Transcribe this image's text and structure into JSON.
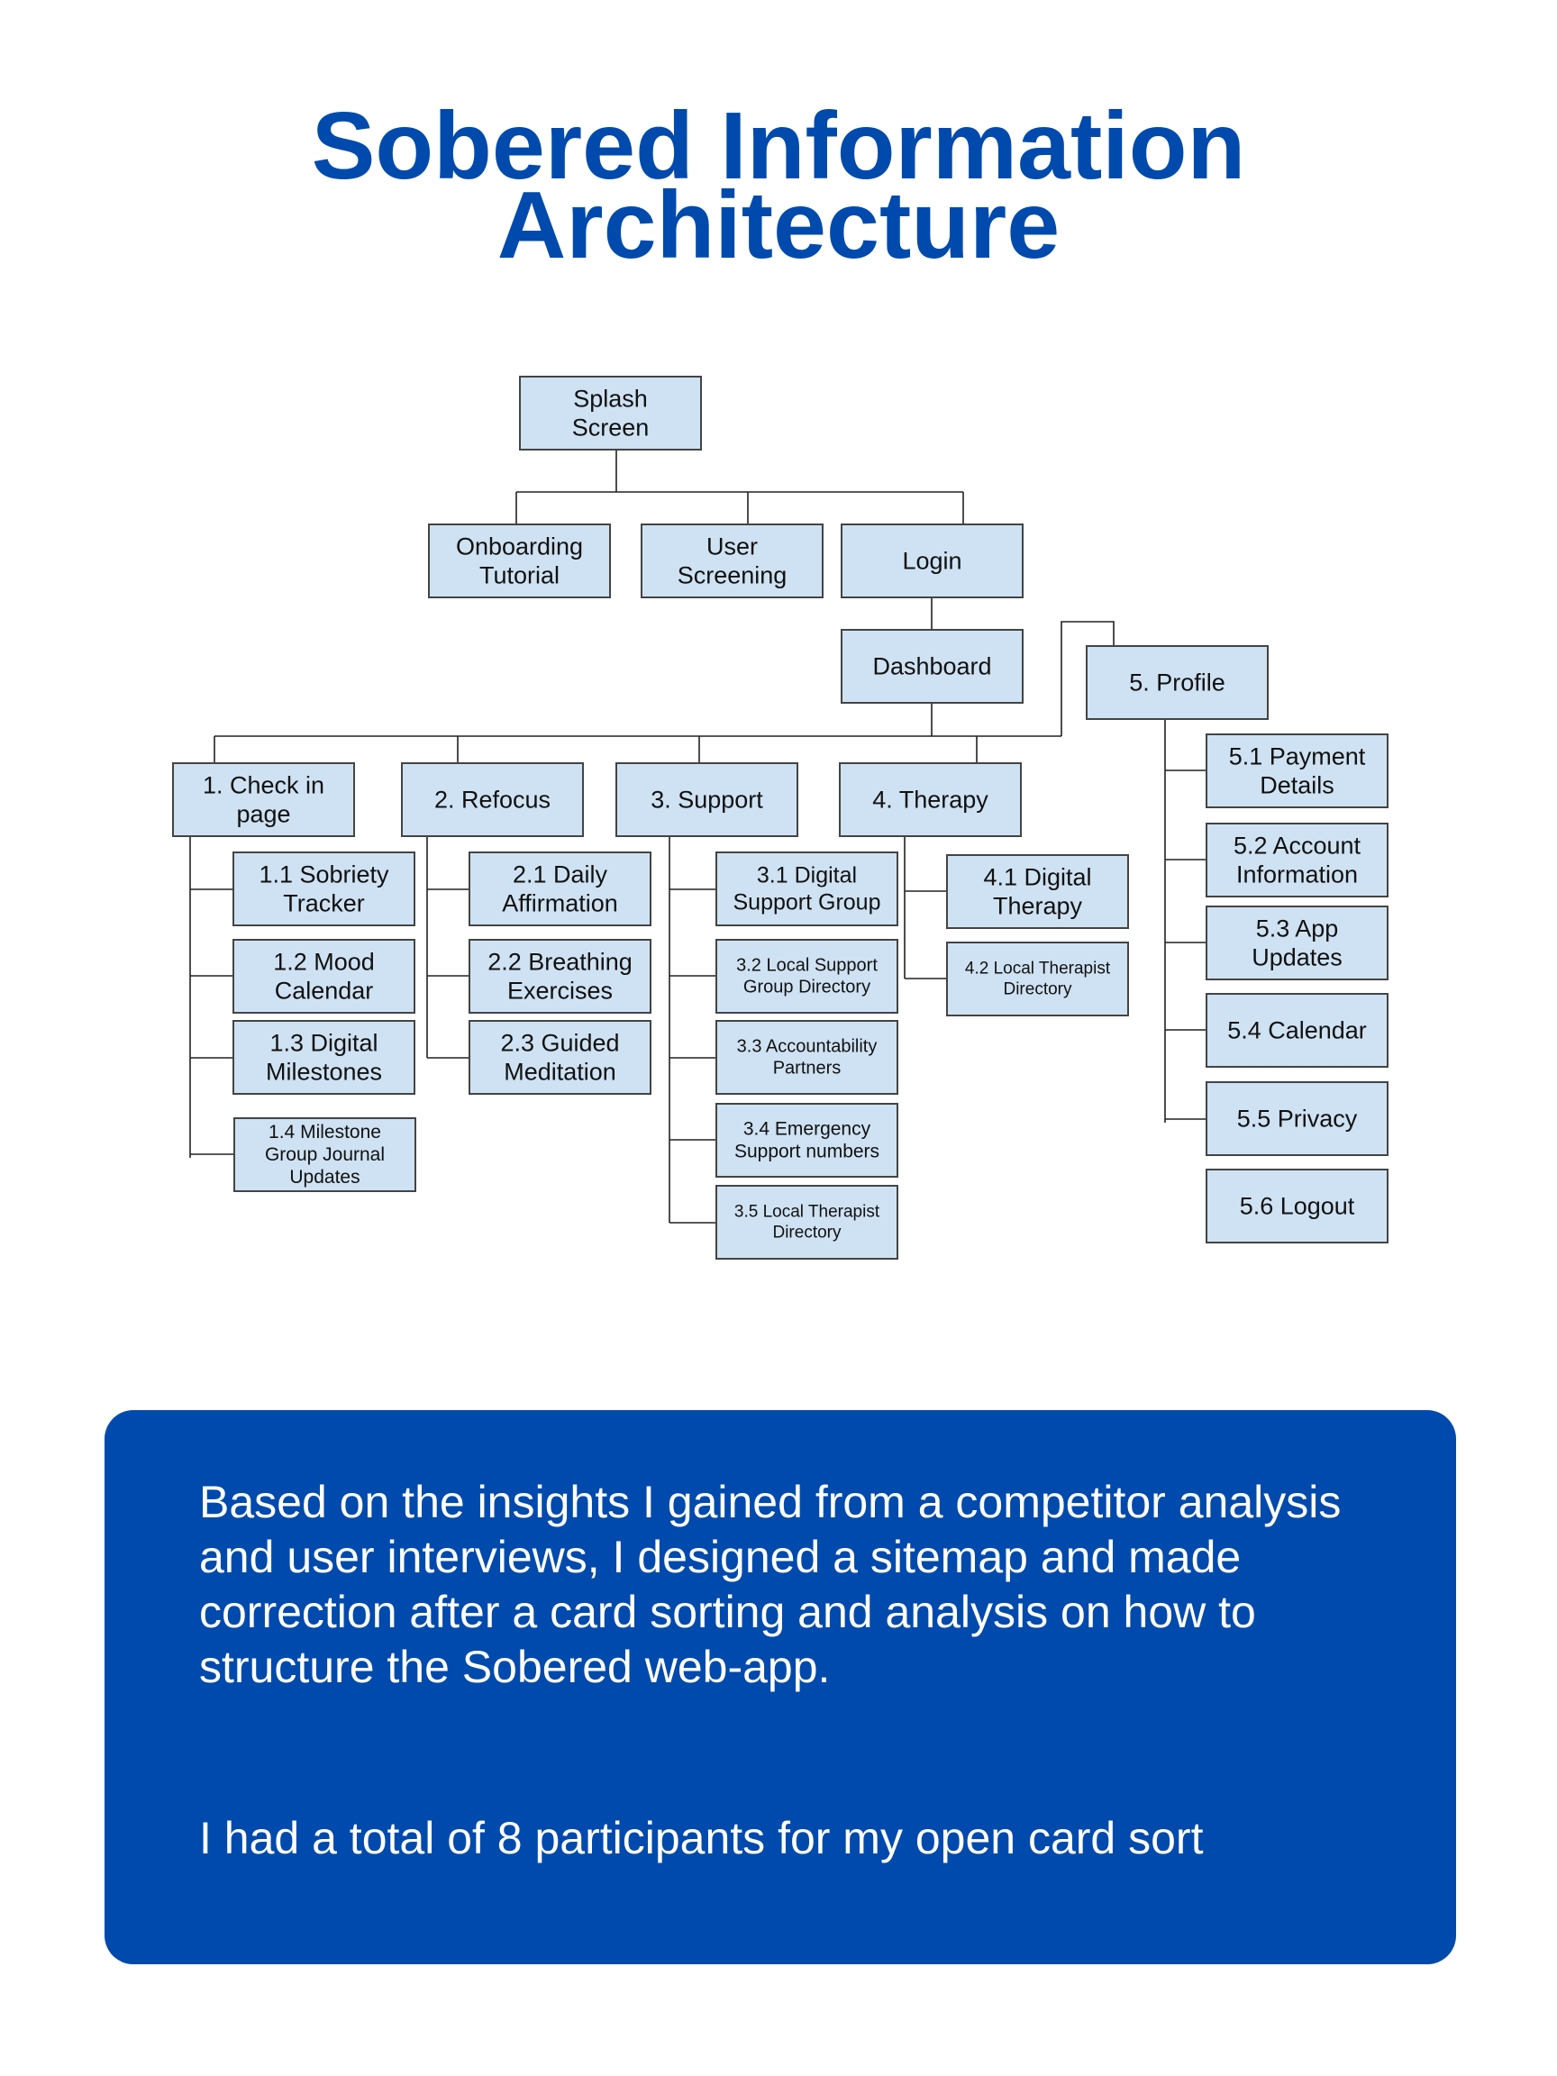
{
  "title": {
    "line1": "Sobered Information",
    "line2": "Architecture"
  },
  "diagram": {
    "nodes": [
      {
        "id": "splash-screen",
        "lines": [
          "Splash",
          "Screen"
        ]
      },
      {
        "id": "onboarding-tutorial",
        "lines": [
          "Onboarding",
          "Tutorial"
        ]
      },
      {
        "id": "user-screening",
        "lines": [
          "User",
          "Screening"
        ]
      },
      {
        "id": "login",
        "lines": [
          "Login"
        ]
      },
      {
        "id": "dashboard",
        "lines": [
          "Dashboard"
        ]
      },
      {
        "id": "profile",
        "lines": [
          "5. Profile"
        ]
      },
      {
        "id": "check-in-page",
        "lines": [
          "1. Check in",
          "page"
        ]
      },
      {
        "id": "refocus",
        "lines": [
          "2. Refocus"
        ]
      },
      {
        "id": "support",
        "lines": [
          "3. Support"
        ]
      },
      {
        "id": "therapy",
        "lines": [
          "4. Therapy"
        ]
      },
      {
        "id": "sobriety-tracker",
        "lines": [
          "1.1 Sobriety",
          "Tracker"
        ]
      },
      {
        "id": "mood-calendar",
        "lines": [
          "1.2 Mood",
          "Calendar"
        ]
      },
      {
        "id": "digital-milestones",
        "lines": [
          "1.3 Digital",
          "Milestones"
        ]
      },
      {
        "id": "milestone-group-journal",
        "lines": [
          "1.4 Milestone",
          "Group Journal",
          "Updates"
        ]
      },
      {
        "id": "daily-affirmation",
        "lines": [
          "2.1 Daily",
          "Affirmation"
        ]
      },
      {
        "id": "breathing-exercises",
        "lines": [
          "2.2 Breathing",
          "Exercises"
        ]
      },
      {
        "id": "guided-meditation",
        "lines": [
          "2.3 Guided",
          "Meditation"
        ]
      },
      {
        "id": "digital-support-group",
        "lines": [
          "3.1 Digital",
          "Support Group"
        ]
      },
      {
        "id": "local-support-group-directory",
        "lines": [
          "3.2 Local Support",
          "Group Directory"
        ]
      },
      {
        "id": "accountability-partners",
        "lines": [
          "3.3 Accountability",
          "Partners"
        ]
      },
      {
        "id": "emergency-support-numbers",
        "lines": [
          "3.4 Emergency",
          "Support numbers"
        ]
      },
      {
        "id": "local-therapist-directory-support",
        "lines": [
          "3.5 Local Therapist",
          "Directory"
        ]
      },
      {
        "id": "digital-therapy",
        "lines": [
          "4.1 Digital",
          "Therapy"
        ]
      },
      {
        "id": "local-therapist-directory-therapy",
        "lines": [
          "4.2 Local Therapist",
          "Directory"
        ]
      },
      {
        "id": "payment-details",
        "lines": [
          "5.1 Payment",
          "Details"
        ]
      },
      {
        "id": "account-information",
        "lines": [
          "5.2 Account",
          "Information"
        ]
      },
      {
        "id": "app-updates",
        "lines": [
          "5.3 App",
          "Updates"
        ]
      },
      {
        "id": "calendar",
        "lines": [
          "5.4 Calendar"
        ]
      },
      {
        "id": "privacy",
        "lines": [
          "5.5 Privacy"
        ]
      },
      {
        "id": "logout",
        "lines": [
          "5.6 Logout"
        ]
      }
    ]
  },
  "panel": {
    "paragraph1": "Based on the insights I gained from a competitor analysis and user interviews, I designed a sitemap and made correction after a card sorting and analysis on how to structure the Sobered web-app.",
    "paragraph2": "I had a total of 8 participants for my open card sort"
  },
  "colors": {
    "brand_blue": "#004aad",
    "node_fill": "#cfe2f3",
    "node_border": "#444444"
  }
}
